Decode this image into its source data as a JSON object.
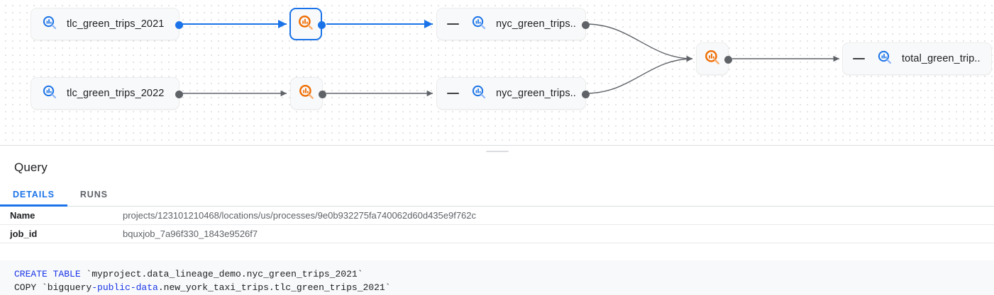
{
  "graph": {
    "nodes": [
      {
        "id": "tlc2021",
        "kind": "table",
        "label": "tlc_green_trips_2021",
        "icon": "bigquery-table-icon",
        "icon_color": "#1a73e8",
        "selected": false,
        "has_collapse_dash": false
      },
      {
        "id": "tlc2022",
        "kind": "table",
        "label": "tlc_green_trips_2022",
        "icon": "bigquery-table-icon",
        "icon_color": "#1a73e8",
        "selected": false,
        "has_collapse_dash": false
      },
      {
        "id": "proc1",
        "kind": "process",
        "label": "",
        "icon": "bigquery-process-icon",
        "icon_color": "#ef6c00",
        "selected": true,
        "has_collapse_dash": false
      },
      {
        "id": "proc2",
        "kind": "process",
        "label": "",
        "icon": "bigquery-process-icon",
        "icon_color": "#ef6c00",
        "selected": false,
        "has_collapse_dash": false
      },
      {
        "id": "nyc1",
        "kind": "table",
        "label": "nyc_green_trips...",
        "icon": "bigquery-table-icon",
        "icon_color": "#1a73e8",
        "selected": false,
        "has_collapse_dash": true
      },
      {
        "id": "nyc2",
        "kind": "table",
        "label": "nyc_green_trips...",
        "icon": "bigquery-table-icon",
        "icon_color": "#1a73e8",
        "selected": false,
        "has_collapse_dash": true
      },
      {
        "id": "proc3",
        "kind": "process",
        "label": "",
        "icon": "bigquery-process-icon",
        "icon_color": "#ef6c00",
        "selected": false,
        "has_collapse_dash": false
      },
      {
        "id": "total",
        "kind": "table",
        "label": "total_green_trip...",
        "icon": "bigquery-table-icon",
        "icon_color": "#1a73e8",
        "selected": false,
        "has_collapse_dash": true
      }
    ],
    "edge_colors": {
      "active": "#1a73e8",
      "inactive": "#5f6368"
    }
  },
  "splitter": {
    "handle_label": ""
  },
  "panel": {
    "title": "Query",
    "tabs": [
      {
        "id": "details",
        "label": "DETAILS",
        "active": true
      },
      {
        "id": "runs",
        "label": "RUNS",
        "active": false
      }
    ],
    "properties": [
      {
        "key": "Name",
        "value": "projects/123101210468/locations/us/processes/9e0b932275fa740062d60d435e9f762c"
      },
      {
        "key": "job_id",
        "value": "bquxjob_7a96f330_1843e9526f7"
      }
    ],
    "code": {
      "line1_keyword": "CREATE TABLE",
      "line1_rest": " `myproject.data_lineage_demo.nyc_green_trips_2021`",
      "line2_pre": "COPY `bigquery",
      "line2_keyword": "-public-data",
      "line2_rest": ".new_york_taxi_trips.tlc_green_trips_2021`"
    }
  }
}
